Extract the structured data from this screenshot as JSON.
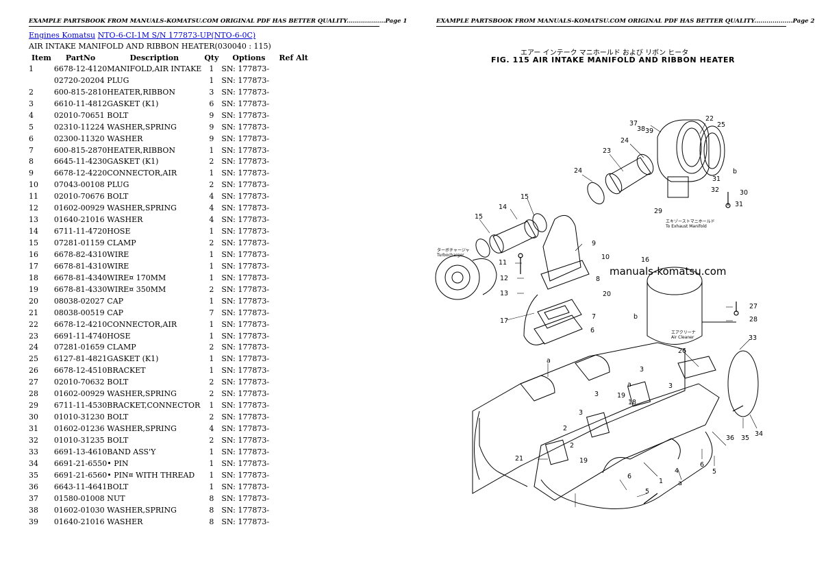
{
  "headers": {
    "left": "EXAMPLE PARTSBOOK FROM MANUALS-KOMATSU.COM ORIGINAL PDF HAS BETTER QUALITY...................Page 1",
    "right": "EXAMPLE PARTSBOOK FROM MANUALS-KOMATSU.COM ORIGINAL PDF HAS BETTER QUALITY...................Page 2"
  },
  "breadcrumb": {
    "link1": "Engines Komatsu",
    "link2": "NTO-6-CI-1M S/N 177873-UP(NTO-6-0C)"
  },
  "section_title": "AIR INTAKE MANIFOLD AND RIBBON HEATER(030040 : 115)",
  "columns": [
    "Item",
    "PartNo",
    "Description",
    "Qty",
    "Options",
    "Ref Alt"
  ],
  "rows": [
    {
      "item": "1",
      "part": "6678-12-4120",
      "desc": "MANIFOLD,AIR INTAKE",
      "qty": "1",
      "opt": "SN: 177873-"
    },
    {
      "item": "",
      "part": "02720-20204",
      "desc": "PLUG",
      "qty": "1",
      "opt": "SN: 177873-"
    },
    {
      "item": "2",
      "part": "600-815-2810",
      "desc": "HEATER,RIBBON",
      "qty": "3",
      "opt": "SN: 177873-"
    },
    {
      "item": "3",
      "part": "6610-11-4812",
      "desc": "GASKET (K1)",
      "qty": "6",
      "opt": "SN: 177873-"
    },
    {
      "item": "4",
      "part": "02010-70651",
      "desc": "BOLT",
      "qty": "9",
      "opt": "SN: 177873-"
    },
    {
      "item": "5",
      "part": "02310-11224",
      "desc": "WASHER,SPRING",
      "qty": "9",
      "opt": "SN: 177873-"
    },
    {
      "item": "6",
      "part": "02300-11320",
      "desc": "WASHER",
      "qty": "9",
      "opt": "SN: 177873-"
    },
    {
      "item": "7",
      "part": "600-815-2870",
      "desc": "HEATER,RIBBON",
      "qty": "1",
      "opt": "SN: 177873-"
    },
    {
      "item": "8",
      "part": "6645-11-4230",
      "desc": "GASKET (K1)",
      "qty": "2",
      "opt": "SN: 177873-"
    },
    {
      "item": "9",
      "part": "6678-12-4220",
      "desc": "CONNECTOR,AIR",
      "qty": "1",
      "opt": "SN: 177873-"
    },
    {
      "item": "10",
      "part": "07043-00108",
      "desc": "PLUG",
      "qty": "2",
      "opt": "SN: 177873-"
    },
    {
      "item": "11",
      "part": "02010-70676",
      "desc": "BOLT",
      "qty": "4",
      "opt": "SN: 177873-"
    },
    {
      "item": "12",
      "part": "01602-00929",
      "desc": "WASHER,SPRING",
      "qty": "4",
      "opt": "SN: 177873-"
    },
    {
      "item": "13",
      "part": "01640-21016",
      "desc": "WASHER",
      "qty": "4",
      "opt": "SN: 177873-"
    },
    {
      "item": "14",
      "part": "6711-11-4720",
      "desc": "HOSE",
      "qty": "1",
      "opt": "SN: 177873-"
    },
    {
      "item": "15",
      "part": "07281-01159",
      "desc": "CLAMP",
      "qty": "2",
      "opt": "SN: 177873-"
    },
    {
      "item": "16",
      "part": "6678-82-4310",
      "desc": "WIRE",
      "qty": "1",
      "opt": "SN: 177873-"
    },
    {
      "item": "17",
      "part": "6678-81-4310",
      "desc": "WIRE",
      "qty": "1",
      "opt": "SN: 177873-"
    },
    {
      "item": "18",
      "part": "6678-81-4340",
      "desc": "WIRE¤ 170MM",
      "qty": "1",
      "opt": "SN: 177873-"
    },
    {
      "item": "19",
      "part": "6678-81-4330",
      "desc": "WIRE¤ 350MM",
      "qty": "2",
      "opt": "SN: 177873-"
    },
    {
      "item": "20",
      "part": "08038-02027",
      "desc": "CAP",
      "qty": "1",
      "opt": "SN: 177873-"
    },
    {
      "item": "21",
      "part": "08038-00519",
      "desc": "CAP",
      "qty": "7",
      "opt": "SN: 177873-"
    },
    {
      "item": "22",
      "part": "6678-12-4210",
      "desc": "CONNECTOR,AIR",
      "qty": "1",
      "opt": "SN: 177873-"
    },
    {
      "item": "23",
      "part": "6691-11-4740",
      "desc": "HOSE",
      "qty": "1",
      "opt": "SN: 177873-"
    },
    {
      "item": "24",
      "part": "07281-01659",
      "desc": "CLAMP",
      "qty": "2",
      "opt": "SN: 177873-"
    },
    {
      "item": "25",
      "part": "6127-81-4821",
      "desc": "GASKET (K1)",
      "qty": "1",
      "opt": "SN: 177873-"
    },
    {
      "item": "26",
      "part": "6678-12-4510",
      "desc": "BRACKET",
      "qty": "1",
      "opt": "SN: 177873-"
    },
    {
      "item": "27",
      "part": "02010-70632",
      "desc": "BOLT",
      "qty": "2",
      "opt": "SN: 177873-"
    },
    {
      "item": "28",
      "part": "01602-00929",
      "desc": "WASHER,SPRING",
      "qty": "2",
      "opt": "SN: 177873-"
    },
    {
      "item": "29",
      "part": "6711-11-4530",
      "desc": "BRACKET,CONNECTOR",
      "qty": "1",
      "opt": "SN: 177873-"
    },
    {
      "item": "30",
      "part": "01010-31230",
      "desc": "BOLT",
      "qty": "2",
      "opt": "SN: 177873-"
    },
    {
      "item": "31",
      "part": "01602-01236",
      "desc": "WASHER,SPRING",
      "qty": "4",
      "opt": "SN: 177873-"
    },
    {
      "item": "32",
      "part": "01010-31235",
      "desc": "BOLT",
      "qty": "2",
      "opt": "SN: 177873-"
    },
    {
      "item": "33",
      "part": "6691-13-4610",
      "desc": "BAND ASS'Y",
      "qty": "1",
      "opt": "SN: 177873-"
    },
    {
      "item": "34",
      "part": "6691-21-6550",
      "desc": "• PIN",
      "qty": "1",
      "opt": "SN: 177873-"
    },
    {
      "item": "35",
      "part": "6691-21-6560",
      "desc": "• PIN¤ WITH THREAD",
      "qty": "1",
      "opt": "SN: 177873-"
    },
    {
      "item": "36",
      "part": "6643-11-4641",
      "desc": "BOLT",
      "qty": "1",
      "opt": "SN: 177873-"
    },
    {
      "item": "37",
      "part": "01580-01008",
      "desc": "NUT",
      "qty": "8",
      "opt": "SN: 177873-"
    },
    {
      "item": "38",
      "part": "01602-01030",
      "desc": "WASHER,SPRING",
      "qty": "8",
      "opt": "SN: 177873-"
    },
    {
      "item": "39",
      "part": "01640-21016",
      "desc": "WASHER",
      "qty": "8",
      "opt": "SN: 177873-"
    }
  ],
  "figure": {
    "jp_title": "エアー インテーク マニホールド および リボン ヒータ",
    "title": "FIG. 115  AIR INTAKE MANIFOLD AND RIBBON HEATER",
    "watermark": "manuals-komatsu.com",
    "note_turbo": "ターボチャージャ\nTurbocharger",
    "note_exhaust": "エキゾーストマニホールド\nTo Exhaust Manifold",
    "note_cleaner": "エアクリーナ\nAir Cleaner",
    "callouts": [
      {
        "id": "37",
        "t": "37"
      },
      {
        "id": "38",
        "t": "38"
      },
      {
        "id": "39",
        "t": "39"
      },
      {
        "id": "22",
        "t": "22"
      },
      {
        "id": "25",
        "t": "25"
      },
      {
        "id": "23",
        "t": "23"
      },
      {
        "id": "24a",
        "t": "24"
      },
      {
        "id": "24b",
        "t": "24"
      },
      {
        "id": "b1",
        "t": "b"
      },
      {
        "id": "31a",
        "t": "31"
      },
      {
        "id": "32",
        "t": "32"
      },
      {
        "id": "30",
        "t": "30"
      },
      {
        "id": "31b",
        "t": "31"
      },
      {
        "id": "29",
        "t": "29"
      },
      {
        "id": "15a",
        "t": "15"
      },
      {
        "id": "14",
        "t": "14"
      },
      {
        "id": "15b",
        "t": "15"
      },
      {
        "id": "9",
        "t": "9"
      },
      {
        "id": "10",
        "t": "10"
      },
      {
        "id": "16",
        "t": "16"
      },
      {
        "id": "11",
        "t": "11"
      },
      {
        "id": "12",
        "t": "12"
      },
      {
        "id": "8",
        "t": "8"
      },
      {
        "id": "13",
        "t": "13"
      },
      {
        "id": "20",
        "t": "20"
      },
      {
        "id": "7",
        "t": "7"
      },
      {
        "id": "17",
        "t": "17"
      },
      {
        "id": "b2",
        "t": "b"
      },
      {
        "id": "6a",
        "t": "6"
      },
      {
        "id": "27",
        "t": "27"
      },
      {
        "id": "28",
        "t": "28"
      },
      {
        "id": "33",
        "t": "33"
      },
      {
        "id": "a1",
        "t": "a"
      },
      {
        "id": "26",
        "t": "26"
      },
      {
        "id": "3a",
        "t": "3"
      },
      {
        "id": "3b",
        "t": "3"
      },
      {
        "id": "3c",
        "t": "3"
      },
      {
        "id": "19a",
        "t": "19"
      },
      {
        "id": "18",
        "t": "18"
      },
      {
        "id": "a2",
        "t": "a"
      },
      {
        "id": "3d",
        "t": "3"
      },
      {
        "id": "2a",
        "t": "2"
      },
      {
        "id": "2b",
        "t": "2"
      },
      {
        "id": "21",
        "t": "21"
      },
      {
        "id": "19b",
        "t": "19"
      },
      {
        "id": "36",
        "t": "36"
      },
      {
        "id": "35",
        "t": "35"
      },
      {
        "id": "34",
        "t": "34"
      },
      {
        "id": "6b",
        "t": "6"
      },
      {
        "id": "5",
        "t": "5"
      },
      {
        "id": "1",
        "t": "1"
      },
      {
        "id": "4",
        "t": "4"
      },
      {
        "id": "5b",
        "t": "5"
      },
      {
        "id": "6c",
        "t": "6"
      },
      {
        "id": "a3",
        "t": "a"
      }
    ]
  }
}
